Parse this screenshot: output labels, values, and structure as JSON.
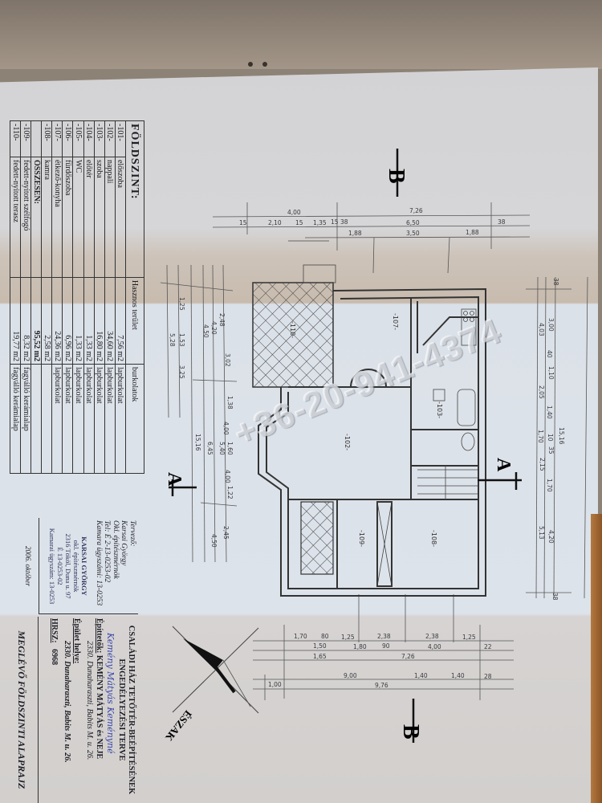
{
  "room_schedule": {
    "title": "FÖLDSZINT:",
    "area_header": "Hasznos terület",
    "finish_header": "burkolatok",
    "rows": [
      {
        "code": "-101-",
        "name": "előszoba",
        "area": "7,56 m2",
        "finish": "lapburkolat"
      },
      {
        "code": "-102-",
        "name": "nappali",
        "area": "34,60 m2",
        "finish": "lapburkolat"
      },
      {
        "code": "-103-",
        "name": "szoba",
        "area": "16,80 m2",
        "finish": "lapburkolat"
      },
      {
        "code": "-104-",
        "name": "előtér",
        "area": "1,33 m2",
        "finish": "lapburkolat"
      },
      {
        "code": "-105-",
        "name": "WC",
        "area": "1,33 m2",
        "finish": "lapburkolat"
      },
      {
        "code": "-106-",
        "name": "fürdőszoba",
        "area": "6,96 m2",
        "finish": "lapburkolat"
      },
      {
        "code": "-107-",
        "name": "étkező-konyha",
        "area": "24,36 m2",
        "finish": "lapburkolat"
      },
      {
        "code": "-108-",
        "name": "kamra",
        "area": "2,58 m2",
        "finish": ""
      }
    ],
    "total_label": "ÖSSZESEN:",
    "total_area": "95,52 m2",
    "extra_rows": [
      {
        "code": "-109-",
        "name": "fedett-nyitott szélfogó",
        "area": "8,32 m2",
        "finish": "fagyálló kerámialap"
      },
      {
        "code": "-110-",
        "name": "fedett-nyitott terasz",
        "area": "19,77 m2",
        "finish": "fagyálló kerámialap"
      }
    ]
  },
  "title_block": {
    "designer_label": "Tervező:",
    "designer_name": "Karsai György",
    "designer_title": "Okl. építészmérnök",
    "designer_tel": "Tel: É 2-13-0253-02",
    "designer_chamber": "Kamara ügyszámi: 13-0253",
    "stamp_name": "KARSAI GYÖRGY",
    "stamp_title": "okl. építészmérnök",
    "stamp_address": "2316 Tököl, Duna u. 97",
    "stamp_reg": "É 13-0253-02",
    "stamp_chamber": "Kamarai ügyszám: 13-0253",
    "date": "2006. október",
    "project_title_1": "CSALÁDI HÁZ TETŐTÉR-BEÉPÍTÉSÉNEK",
    "project_title_2": "ENGEDÉLYEZÉSI TERVE",
    "client_label": "Építtetők:",
    "client_name": "KEMÉNY MÁTYÁS és NEJE",
    "client_address": "2330. Dunaharaszti, Babits M. u. 26.",
    "signature": "Kemény Mátyás   Keményné",
    "site_label": "Épület helye:",
    "site_address": "2330. Dunaharaszti, Babits M. u. 26.",
    "hrsz_label": "HRSZ:",
    "hrsz_value": "6968",
    "sheet_title": "MEGLÉVŐ FÖLDSZINTI ALAPRAJZ"
  },
  "section_markers": {
    "b_top": "B",
    "b_bottom": "B",
    "a_right": "A",
    "a_left": "A"
  },
  "north_label": "ÉSZAK",
  "watermark": "+36-20-941-4374",
  "room_labels": [
    "-110-",
    "-107-",
    "-103-",
    "-102-",
    "-109-",
    "-108-"
  ],
  "dimensions": {
    "top": [
      "4,00",
      "7,26",
      "15",
      "2,10",
      "15",
      "1,35",
      "15",
      "38",
      "6,50",
      "38",
      "1,88",
      "3,50",
      "1,88"
    ],
    "bottom": [
      "1,70",
      "80",
      "1,25",
      "2,38",
      "2,38",
      "1,25",
      "1,50",
      "1,80",
      "90",
      "4,00",
      "22",
      "1,65",
      "7,26",
      "9,00",
      "1,40",
      "1,40",
      "28",
      "9,76",
      "1,00"
    ],
    "right": [
      "38",
      "3,00",
      "4,03",
      "40",
      "1,10",
      "2,05",
      "1,40",
      "15,16",
      "1,70",
      "10",
      "35",
      "2,15",
      "1,70",
      "4,20",
      "5,13",
      "38"
    ],
    "left": [
      "2,48",
      "4,20",
      "4,50",
      "3,02",
      "1,38",
      "4,00",
      "1,60",
      "5,40",
      "6,45",
      "15,16",
      "4,00",
      "1,22",
      "2,45",
      "4,50",
      "1,25",
      "1,53",
      "3,25",
      "5,28"
    ]
  }
}
